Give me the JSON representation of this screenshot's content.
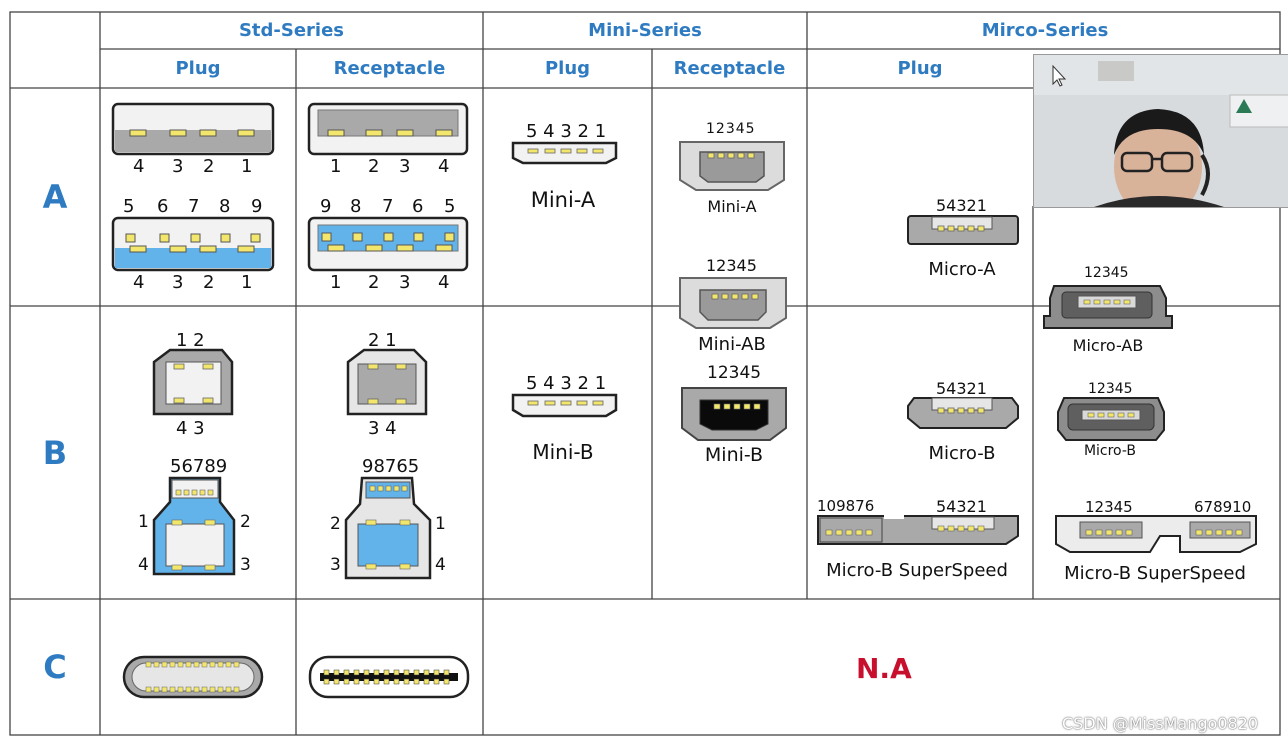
{
  "headers": {
    "series": [
      "Std-Series",
      "Mini-Series",
      "Mirco-Series"
    ],
    "subheaders": [
      "Plug",
      "Receptacle",
      "Plug",
      "Receptacle",
      "Plug"
    ]
  },
  "rows": [
    "A",
    "B",
    "C"
  ],
  "pin_labels": {
    "std_a_plug_top": [
      "4",
      "3",
      "2",
      "1"
    ],
    "std_a_plug_ss_top": [
      "5",
      "6",
      "7",
      "8",
      "9"
    ],
    "std_a_plug_ss_bottom": [
      "4",
      "3",
      "2",
      "1"
    ],
    "std_a_rec_top": [
      "1",
      "2",
      "3",
      "4"
    ],
    "std_a_rec_ss_top": [
      "9",
      "8",
      "7",
      "6",
      "5"
    ],
    "std_a_rec_ss_bottom": [
      "1",
      "2",
      "3",
      "4"
    ],
    "mini_a_plug": "5 4 3 2 1",
    "mini_a_rec": "12345",
    "mini_ab_rec": "12345",
    "micro_a_plug": "54321",
    "micro_ab_rec": "12345",
    "std_b_plug_top": "1 2",
    "std_b_plug_bottom": "4 3",
    "std_b_ss_plug_top": "56789",
    "std_b_ss_plug_left": [
      "1",
      "4"
    ],
    "std_b_ss_plug_right": [
      "2",
      "3"
    ],
    "std_b_rec_top": "2 1",
    "std_b_rec_bottom": "3 4",
    "std_b_ss_rec_top": "98765",
    "std_b_ss_rec_left": [
      "2",
      "3"
    ],
    "std_b_ss_rec_right": [
      "1",
      "4"
    ],
    "mini_b_plug": "5 4 3 2 1",
    "mini_b_rec": "12345",
    "micro_b_plug": "54321",
    "micro_b_rec": "12345",
    "micro_b_ss_plug_left": "109876",
    "micro_b_ss_plug_right": "54321",
    "micro_b_ss_rec_left": "12345",
    "micro_b_ss_rec_right": "678910"
  },
  "captions": {
    "mini_a_plug": "Mini-A",
    "mini_a_rec": "Mini-A",
    "mini_ab_rec": "Mini-AB",
    "micro_a_plug": "Micro-A",
    "micro_ab_rec": "Micro-AB",
    "mini_b_plug": "Mini-B",
    "mini_b_rec": "Mini-B",
    "micro_b_plug": "Micro-B",
    "micro_b_rec": "Micro-B",
    "micro_b_ss_plug": "Micro-B SuperSpeed",
    "micro_b_ss_rec": "Micro-B SuperSpeed"
  },
  "na_label": "N.A",
  "watermark": "CSDN @MissMango0820",
  "colors": {
    "header_blue": "#2f7bc1",
    "na_red": "#c8102e",
    "pin_yellow": "#f2e66c",
    "ss_blue": "#62b3ea",
    "shell_gray": "#a9a9a9",
    "light_gray": "#e6e6e6"
  },
  "icons": [
    "cursor-arrow-icon",
    "webcam-video-overlay"
  ]
}
